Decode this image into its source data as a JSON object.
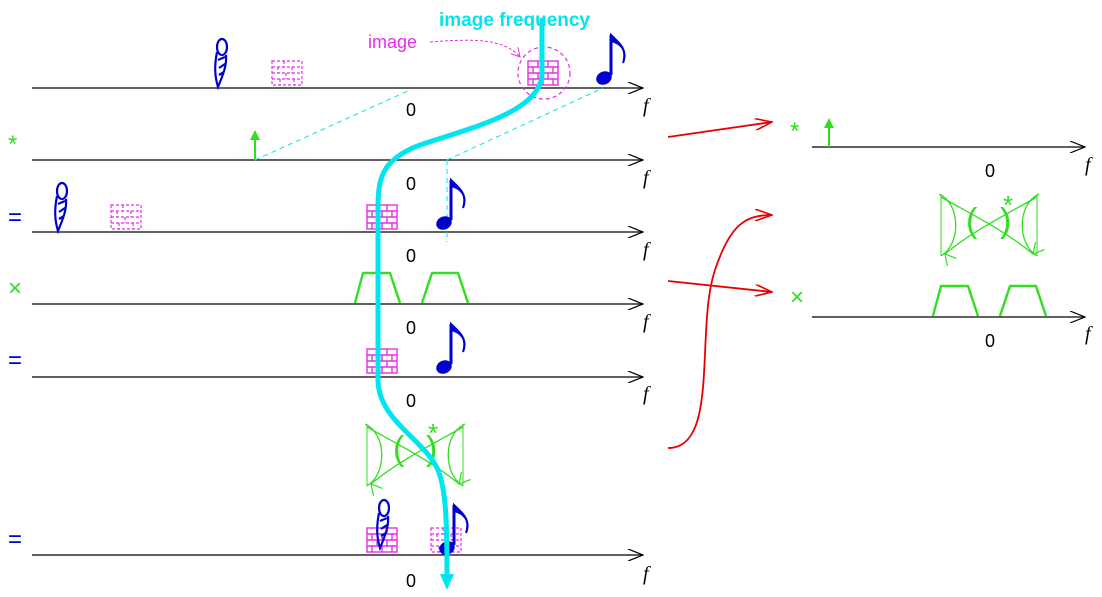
{
  "colors": {
    "axis": "#000000",
    "image_path": "#00e5ee",
    "spectrum_blue": "#0000cc",
    "image_magenta": "#e62ee6",
    "filter_green": "#33dd22",
    "arrow_red": "#e60000"
  },
  "labels": {
    "image_frequency": "image frequency",
    "image": "image",
    "freq_axis": "f",
    "zero": "0"
  },
  "operators": {
    "convolve": "*",
    "equals": "=",
    "multiply": "×",
    "convolve_small": "*"
  },
  "icons": {
    "signal": "quill-note-icon",
    "image": "brick-icon",
    "tone": "eighth-note-icon",
    "impulse": "impulse-arrow-icon",
    "filter": "bandpass-trapezoid-icon"
  }
}
